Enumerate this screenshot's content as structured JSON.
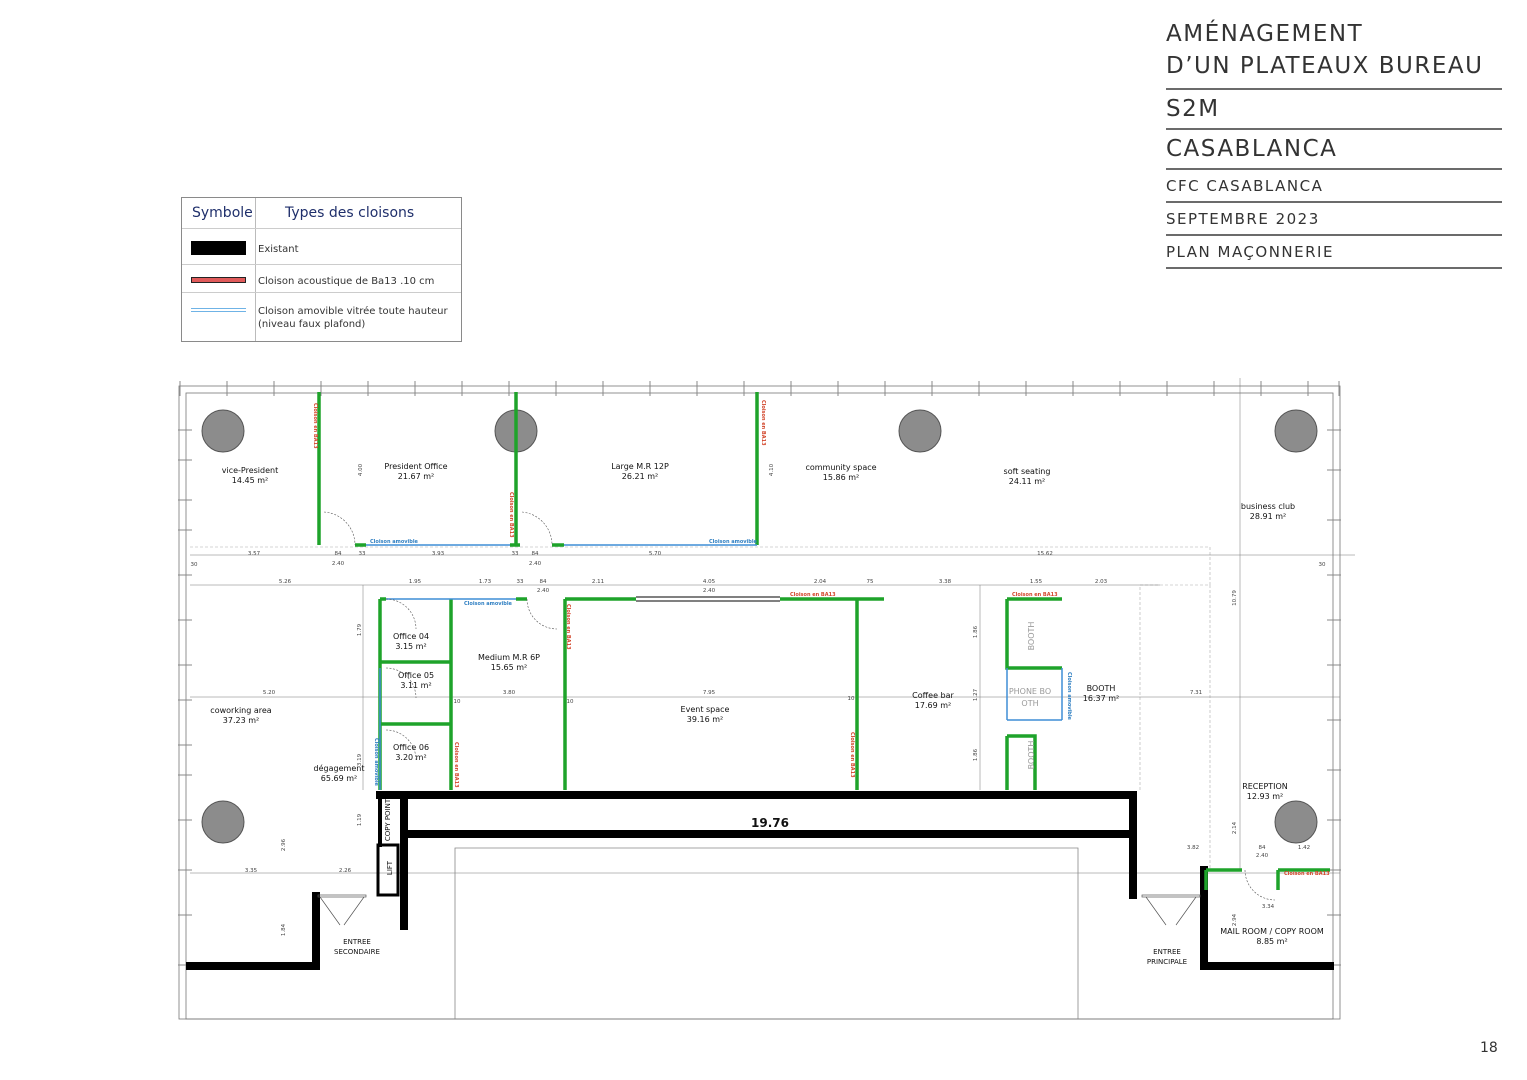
{
  "title_block": {
    "title_line1": "AMÉNAGEMENT",
    "title_line2": "D’UN PLATEAUX BUREAU",
    "client": "S2M",
    "city": "CASABLANCA",
    "site": "CFC CASABLANCA",
    "date": "SEPTEMBRE 2023",
    "sheet": "PLAN MAÇONNERIE"
  },
  "legend": {
    "col_symbol": "Symbole",
    "col_types": "Types des cloisons",
    "items": [
      {
        "label": "Existant",
        "color": "#000000"
      },
      {
        "label": "Cloison acoustique de Ba13 .10 cm",
        "color": "#e05a5a"
      },
      {
        "label_line1": "Cloison amovible vitrée toute hauteur",
        "label_line2": "(niveau faux plafond)",
        "color": "#6fb3e6"
      }
    ]
  },
  "rooms": [
    {
      "name": "vice-President",
      "area": "14.45 m²"
    },
    {
      "name": "President Office",
      "area": "21.67 m²"
    },
    {
      "name": "Large M.R 12P",
      "area": "26.21 m²"
    },
    {
      "name": "community space",
      "area": "15.86 m²"
    },
    {
      "name": "soft seating",
      "area": "24.11 m²"
    },
    {
      "name": "business club",
      "area": "28.91 m²"
    },
    {
      "name": "Office 04",
      "area": "3.15 m²"
    },
    {
      "name": "Office 05",
      "area": "3.11 m²"
    },
    {
      "name": "Office 06",
      "area": "3.20 m²"
    },
    {
      "name": "Medium M.R 6P",
      "area": "15.65 m²"
    },
    {
      "name": "Event space",
      "area": "39.16 m²"
    },
    {
      "name": "Coffee bar",
      "area": "17.69 m²"
    },
    {
      "name": "BOOTH",
      "area": "16.37 m²"
    },
    {
      "name": "coworking area",
      "area": "37.23 m²"
    },
    {
      "name": "dégagement",
      "area": "65.69 m²"
    },
    {
      "name": "RECEPTION",
      "area": "12.93 m²"
    },
    {
      "name": "MAIL ROOM / COPY ROOM",
      "area": "8.85 m²"
    }
  ],
  "labels": {
    "core_dim": "19.76",
    "copy_point": "COPY POINT",
    "lift": "LIFT",
    "entree_sec_1": "ENTREE",
    "entree_sec_2": "SECONDAIRE",
    "entree_pri_1": "ENTREE",
    "entree_pri_2": "PRINCIPALE",
    "booth": "BOOTH",
    "phone_booth": "PHONE BO",
    "phone_booth2": "OTH",
    "cloison_ba13": "Cloison en BA13",
    "cloison_amovible": "Cloison amovible"
  },
  "dimensions": {
    "top_row": [
      "3.57",
      "84",
      "33",
      "3.93",
      "33",
      "84",
      "5.70",
      "15.62"
    ],
    "top_row2": [
      "2.40",
      "2.40"
    ],
    "mid_row": [
      "5.26",
      "1.95",
      "1.73",
      "33",
      "84",
      "2.11",
      "4.05",
      "2.04",
      "75",
      "3.38",
      "1.55",
      "2.03"
    ],
    "misc": [
      "2.40",
      "5.20",
      "3.80",
      "7.95",
      "7.31",
      "10.79",
      "3.35",
      "2.26",
      "3.82",
      "84",
      "1.42",
      "2.40",
      "3.34",
      "30",
      "30",
      "4.00",
      "4.10",
      "10",
      "10",
      "10",
      "1.19",
      "1.79",
      "1.84",
      "2.96",
      "2.14",
      "2.94",
      "3.19",
      "1.86",
      "1.27"
    ]
  },
  "page_number": "18"
}
